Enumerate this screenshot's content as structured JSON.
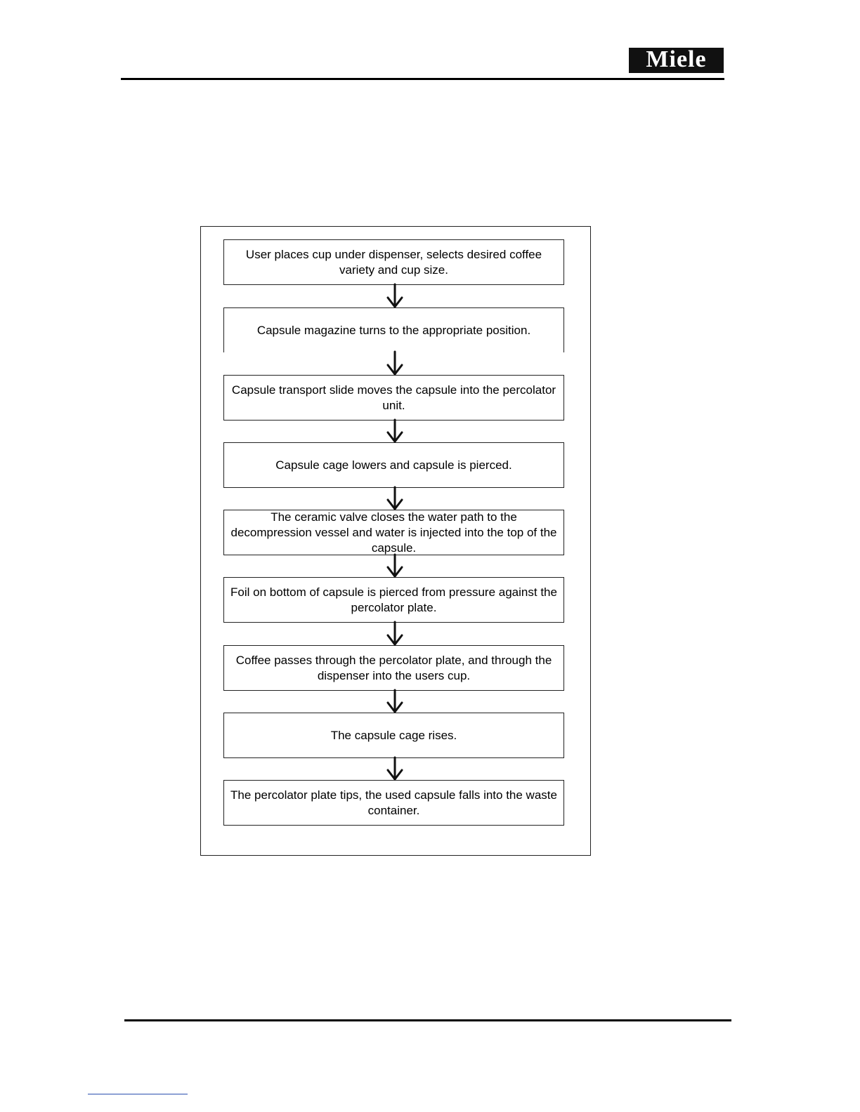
{
  "header": {
    "logo_text": "Miele"
  },
  "flowchart": {
    "steps": [
      "User places cup under dispenser, selects desired coffee variety and cup size.",
      "Capsule magazine turns to the appropriate position.",
      "Capsule transport slide moves the capsule into the percolator unit.",
      "Capsule cage lowers and capsule is pierced.",
      "The ceramic valve closes the water path to the decompression vessel and water is injected into the top of the capsule.",
      "Foil on bottom of capsule is pierced from pressure against the percolator plate.",
      "Coffee passes through the percolator plate, and through the dispenser into the users cup.",
      "The capsule cage rises.",
      "The percolator plate tips, the used capsule falls into the waste container."
    ]
  },
  "colors": {
    "line": "#222222",
    "logo_bg": "#111111",
    "footnote_rule": "#2a4fb0"
  }
}
